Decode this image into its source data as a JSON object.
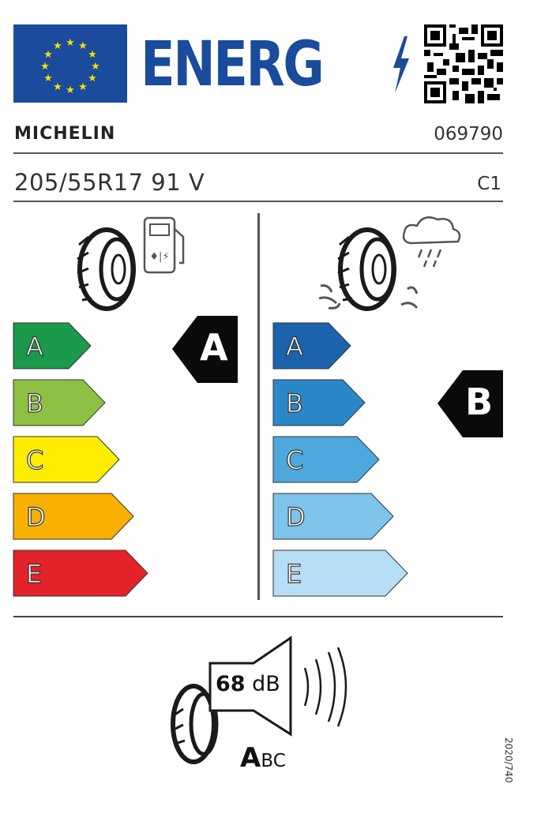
{
  "header": {
    "title": "ENERG",
    "eu_flag": "eu-flag-icon",
    "qr": "qr-code-icon"
  },
  "supplier": {
    "brand": "MICHELIN",
    "type_id": "069790"
  },
  "tyre": {
    "size_designation": "205/55R17 91 V",
    "class": "C1"
  },
  "fuel_efficiency": {
    "icon": "tyre-fuel-pump-icon",
    "scale": [
      "A",
      "B",
      "C",
      "D",
      "E"
    ],
    "colors": [
      "#1a9a4a",
      "#8dc043",
      "#ffed00",
      "#f9b000",
      "#e3222a"
    ],
    "rating": "A"
  },
  "wet_grip": {
    "icon": "tyre-rain-cloud-icon",
    "scale": [
      "A",
      "B",
      "C",
      "D",
      "E"
    ],
    "colors": [
      "#1c63ae",
      "#2a88c9",
      "#4ea7dd",
      "#7ec3ea",
      "#b6def5"
    ],
    "rating": "B"
  },
  "noise": {
    "icon": "tyre-speaker-icon",
    "value": "68",
    "unit": "dB",
    "class_primary": "A",
    "class_rest": "BC"
  },
  "regulation": "2020/740"
}
